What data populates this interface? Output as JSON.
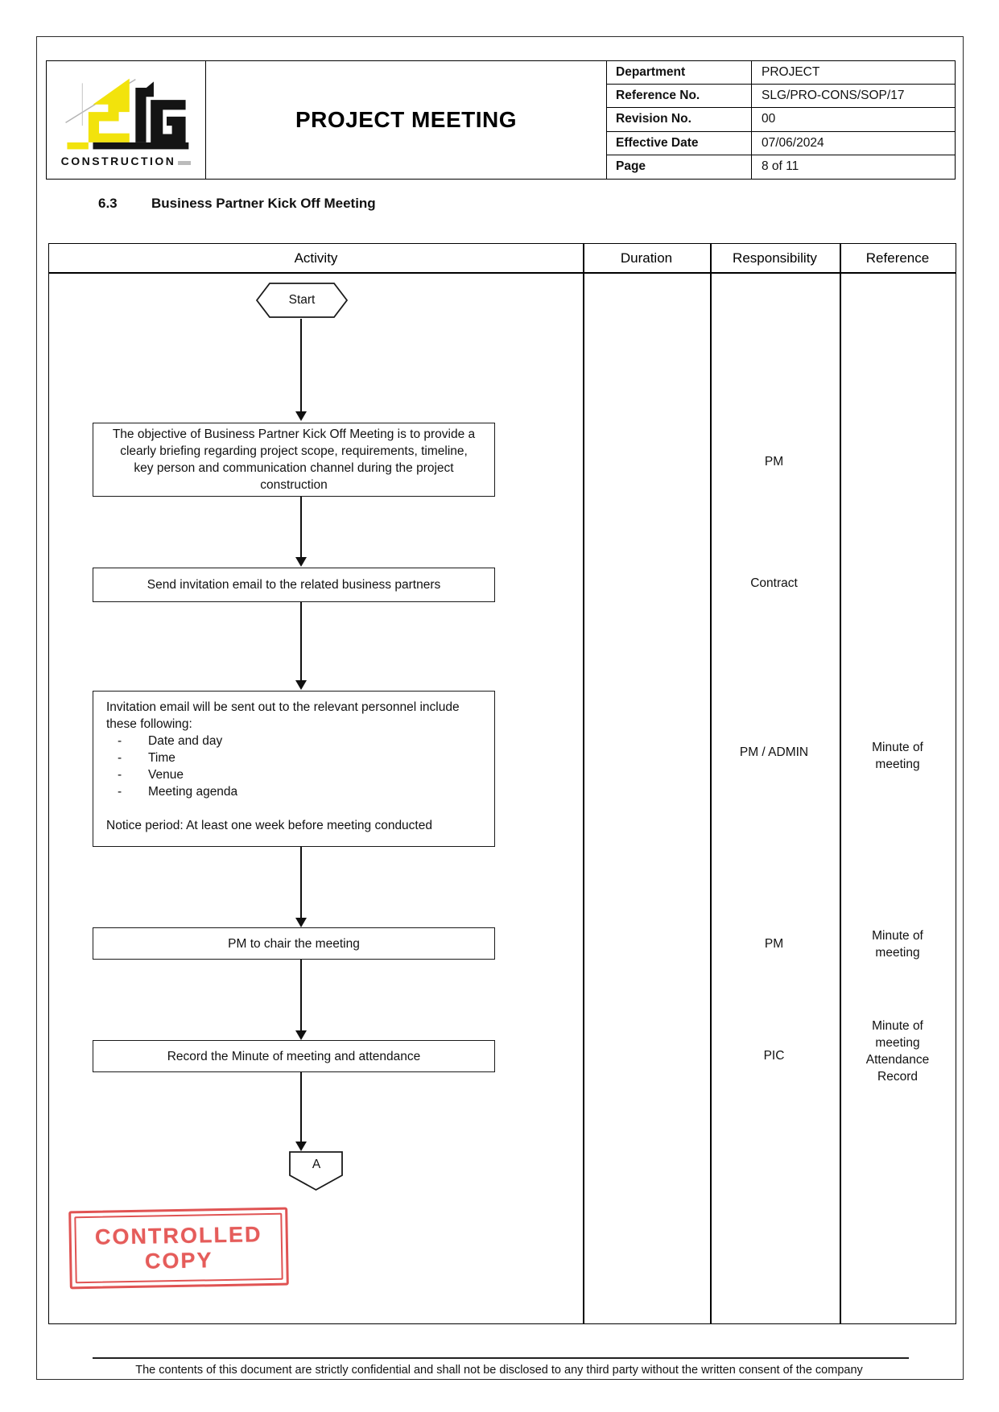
{
  "header": {
    "logo": {
      "tagline": "CONSTRUCTION"
    },
    "title": "PROJECT MEETING",
    "info": [
      {
        "label": "Department",
        "value": "PROJECT"
      },
      {
        "label": "Reference No.",
        "value": "SLG/PRO-CONS/SOP/17"
      },
      {
        "label": "Revision No.",
        "value": "00"
      },
      {
        "label": "Effective Date",
        "value": "07/06/2024"
      },
      {
        "label": "Page",
        "value": "8 of 11"
      }
    ]
  },
  "section": {
    "number": "6.3",
    "title": "Business Partner Kick Off Meeting"
  },
  "table": {
    "columns": [
      "Activity",
      "Duration",
      "Responsibility",
      "Reference"
    ]
  },
  "flow": {
    "start_label": "Start",
    "bullet_marker": "-",
    "connector_label": "A",
    "steps": [
      {
        "text": "The objective of Business Partner Kick Off Meeting is to provide a clearly briefing regarding project scope, requirements, timeline, key person and communication channel during the project construction",
        "responsibility": "PM",
        "reference": ""
      },
      {
        "text": "Send invitation email to the related business partners",
        "responsibility": "Contract",
        "reference": ""
      },
      {
        "intro": "Invitation email will be sent out to the relevant personnel include these following:",
        "bullets": [
          "Date and day",
          "Time",
          "Venue",
          "Meeting agenda"
        ],
        "notice": "Notice period: At least one week before meeting conducted",
        "responsibility": "PM / ADMIN",
        "reference": "Minute of meeting"
      },
      {
        "text": "PM to chair the meeting",
        "responsibility": "PM",
        "reference": "Minute of meeting"
      },
      {
        "text": "Record the Minute of meeting and attendance",
        "responsibility": "PIC",
        "reference": "Minute of meeting Attendance Record"
      }
    ]
  },
  "stamp": {
    "line1": "CONTROLLED",
    "line2": "COPY",
    "color": "#de4746"
  },
  "footer": {
    "text": "The contents of this document are strictly confidential and shall not be disclosed to any third party without the written consent of the company"
  }
}
